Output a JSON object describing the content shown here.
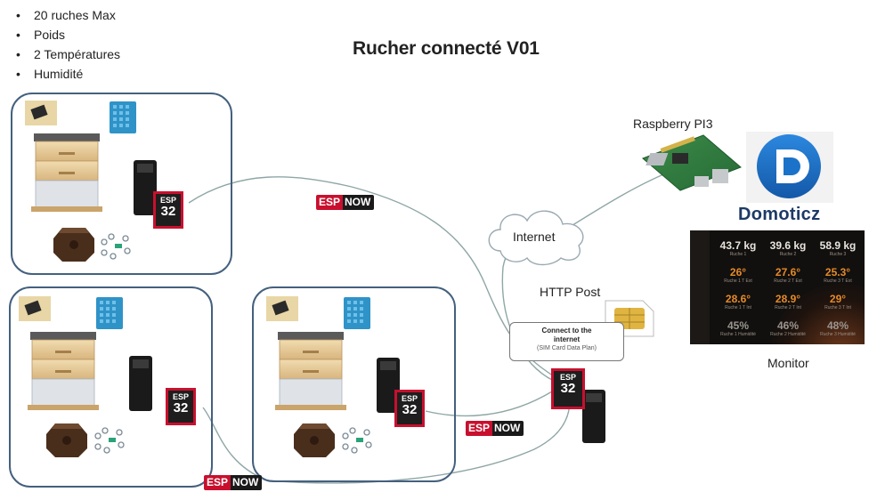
{
  "features": [
    "20 ruches Max",
    "Poids",
    "2 Températures",
    "Humidité"
  ],
  "title": "Rucher connecté V01",
  "esp32": {
    "line1": "ESP",
    "line2": "32"
  },
  "espnow": {
    "part1": "ESP",
    "part2": "NOW"
  },
  "labels": {
    "internet": "Internet",
    "http_post": "HTTP Post",
    "raspberry": "Raspberry PI3",
    "domoticz": "Domoticz",
    "monitor": "Monitor"
  },
  "connect_box": {
    "title_line1": "Connect to the",
    "title_line2": "internet",
    "subtitle": "(SIM Card Data Plan)"
  },
  "monitor_tiles": [
    {
      "value": "43.7 kg",
      "caption": "Ruche 1",
      "tone": "w"
    },
    {
      "value": "39.6 kg",
      "caption": "Ruche 2",
      "tone": "w"
    },
    {
      "value": "58.9 kg",
      "caption": "Ruche 3",
      "tone": "w"
    },
    {
      "value": "26°",
      "caption": "Ruche 1 T Ext",
      "tone": "o"
    },
    {
      "value": "27.6°",
      "caption": "Ruche 2 T Ext",
      "tone": "o"
    },
    {
      "value": "25.3°",
      "caption": "Ruche 3 T Ext",
      "tone": "o"
    },
    {
      "value": "28.6°",
      "caption": "Ruche 1 T Int",
      "tone": "o"
    },
    {
      "value": "28.9°",
      "caption": "Ruche 2 T Int",
      "tone": "o"
    },
    {
      "value": "29°",
      "caption": "Ruche 3 T Int",
      "tone": "o"
    },
    {
      "value": "45%",
      "caption": "Ruche 1 Humidité",
      "tone": "g"
    },
    {
      "value": "46%",
      "caption": "Ruche 2 Humidité",
      "tone": "g"
    },
    {
      "value": "48%",
      "caption": "Ruche 3 Humidité",
      "tone": "g"
    }
  ],
  "colors": {
    "esp_red": "#c8102e",
    "esp_black": "#1a1a1a",
    "hive_border": "#44607e",
    "domoticz_blue": "#1a73c9",
    "wire": "#8fa6a6",
    "monitor_orange": "#e58a2a"
  },
  "icons": [
    "beehive-icon",
    "temperature-sensor-icon",
    "humidity-sensor-icon",
    "load-cell-icon",
    "esp32-board-icon",
    "cloud-icon",
    "sim-card-icon",
    "raspberry-pi-icon",
    "domoticz-logo-icon"
  ]
}
